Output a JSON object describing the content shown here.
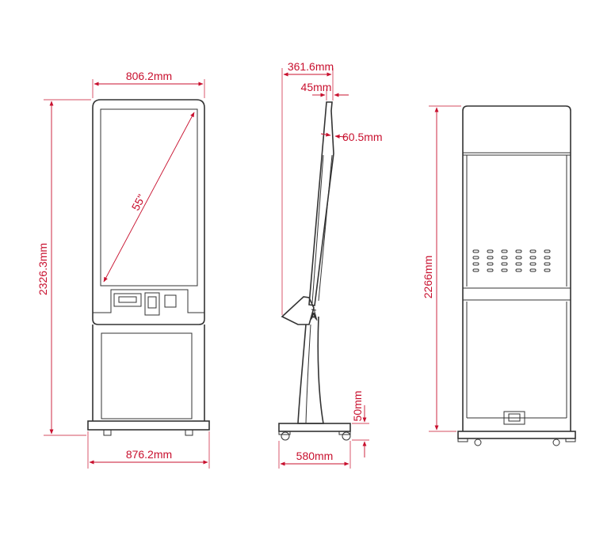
{
  "colors": {
    "dimension": "#c8102e",
    "outline": "#333333",
    "background": "#ffffff"
  },
  "front_view": {
    "width_top": "806.2mm",
    "height_total": "2326.3mm",
    "screen_size": "55\"",
    "width_base": "876.2mm"
  },
  "side_view": {
    "depth_top": "361.6mm",
    "bezel": "45mm",
    "thickness": "60.5mm",
    "base_height": "50mm",
    "base_depth": "580mm"
  },
  "back_view": {
    "height": "2266mm"
  }
}
